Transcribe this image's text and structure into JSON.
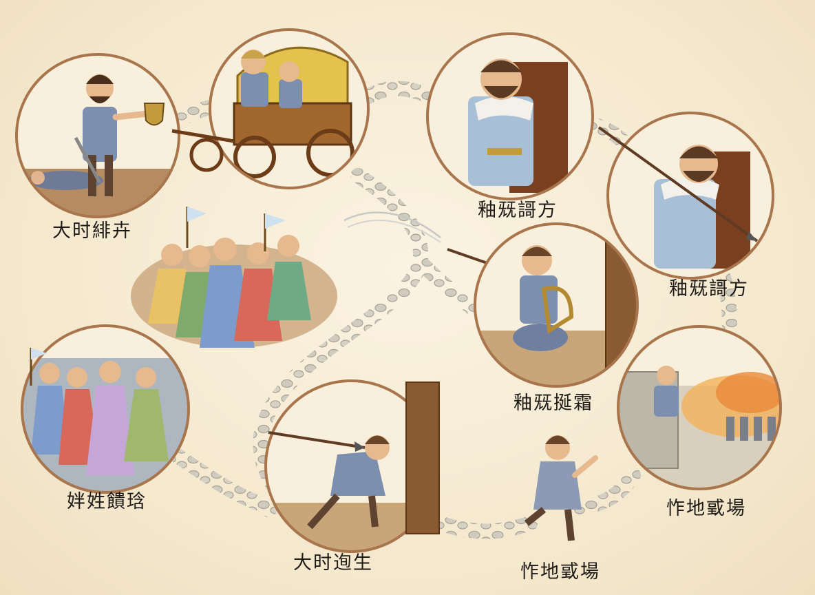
{
  "captions": {
    "goliath_victory": "大时緋卉",
    "saul_throne_1": "釉兓謌方",
    "saul_throne_2": "釉兓謌方",
    "harp_player": "釉兓挻霜",
    "women_dancing": "姅姓饋琀",
    "dodging_spear": "大时迿生",
    "city_battle": "怍地戜場",
    "running_boy": "怍地戜場"
  },
  "colors": {
    "background": "#f6ecd6",
    "frame": "#a8754c",
    "path_stone": "#c7c3b6",
    "ground": "#c9a57a"
  }
}
